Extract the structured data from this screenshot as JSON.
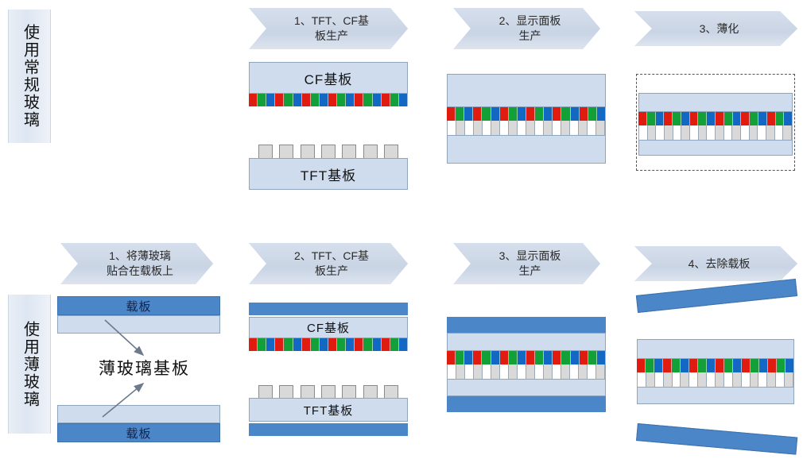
{
  "rows": [
    {
      "id": "conventional",
      "side_label": "使用常规玻璃",
      "steps": [
        {
          "label": "1、TFT、CF基\n板生产",
          "line1": "1、TFT、CF基",
          "line2": "板生产"
        },
        {
          "label": "2、显示面板\n生产",
          "line1": "2、显示面板",
          "line2": "生产"
        },
        {
          "label": "3、薄化",
          "line1": "3、薄化",
          "line2": ""
        }
      ]
    },
    {
      "id": "thin-glass",
      "side_label": "使用薄玻璃",
      "steps": [
        {
          "label": "1、将薄玻璃\n贴合在载板上",
          "line1": "1、将薄玻璃",
          "line2": "贴合在载板上"
        },
        {
          "label": "2、TFT、CF基\n板生产",
          "line1": "2、TFT、CF基",
          "line2": "板生产"
        },
        {
          "label": "3、显示面板\n生产",
          "line1": "3、显示面板",
          "line2": "生产"
        },
        {
          "label": "4、去除载板",
          "line1": "4、去除载板",
          "line2": ""
        }
      ]
    }
  ],
  "labels": {
    "cf_substrate": "CF基板",
    "tft_substrate": "TFT基板",
    "carrier": "载板",
    "thin_glass_substrate": "薄玻璃基板"
  },
  "colors": {
    "filter_red": "#e01b10",
    "filter_green": "#13a038",
    "filter_blue": "#1268c3",
    "glass": "#cfdcee",
    "carrier_blue": "#4a86c8",
    "chevron": "#ccd6e6",
    "bump_grey": "#d9d9d9",
    "side_label_bg": "#e3e9f3"
  },
  "structure": {
    "filter_stripe_count": 18,
    "filter_pattern": [
      "R",
      "G",
      "B"
    ],
    "tft_bump_count": 7,
    "tft_cell_count": 18
  }
}
